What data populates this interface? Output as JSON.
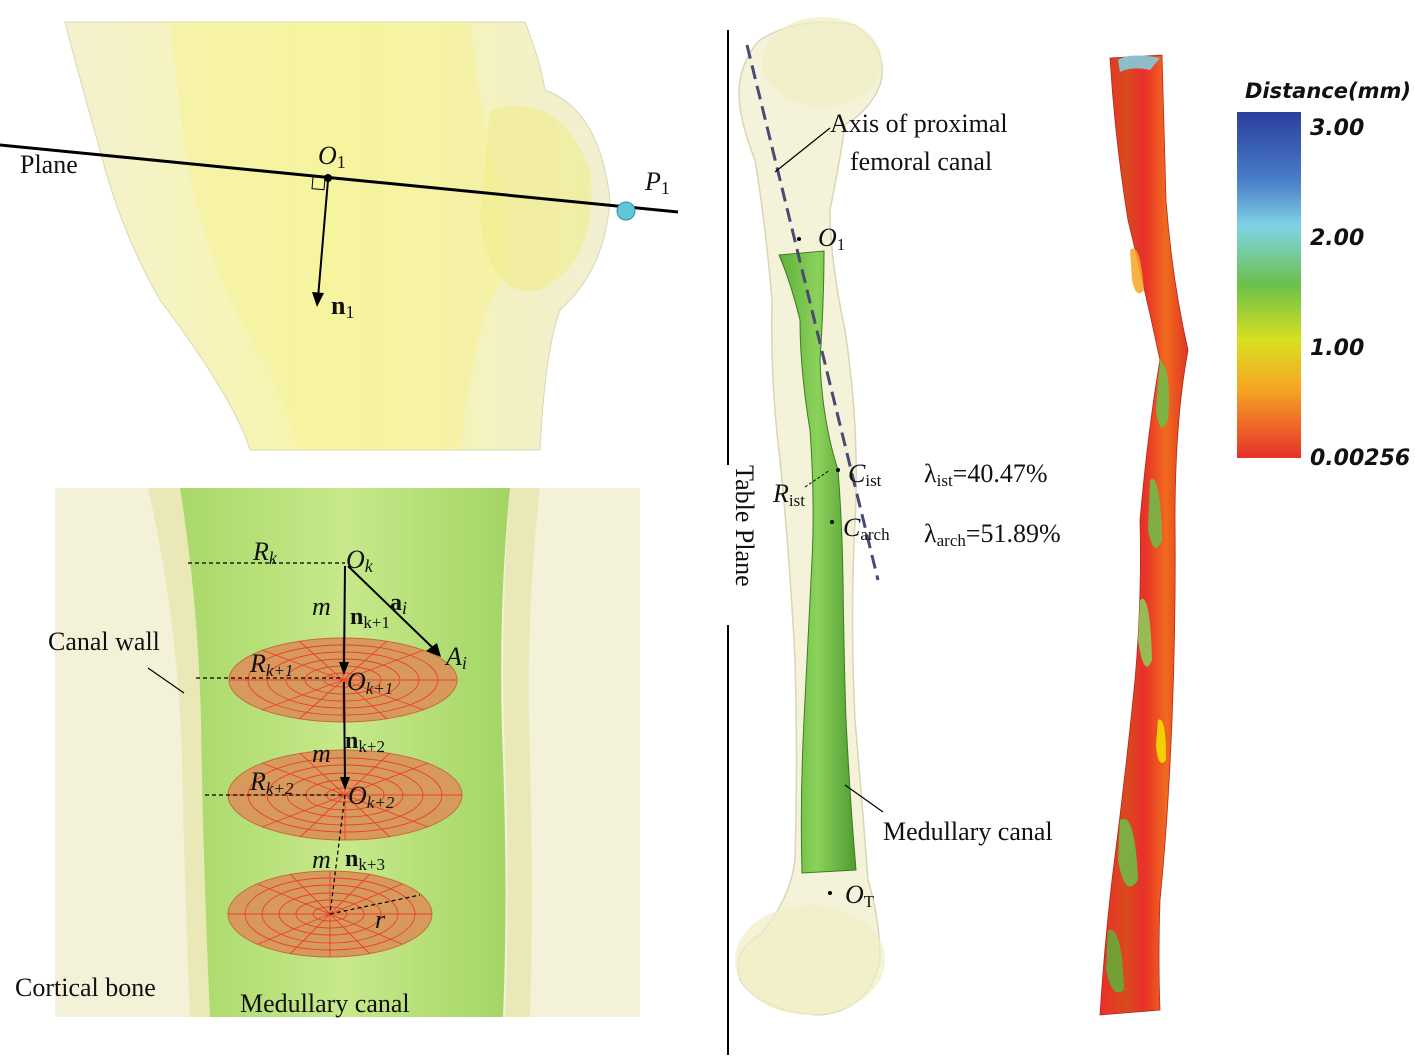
{
  "top_left_panel": {
    "plane_label": "Plane",
    "o1_label": "O",
    "o1_sub": "1",
    "p1_label": "P",
    "p1_sub": "1",
    "n1_label": "n",
    "n1_sub": "1"
  },
  "bottom_left_panel": {
    "rk_label": "R",
    "rk_sub": "k",
    "ok_label": "O",
    "ok_sub": "k",
    "ai_label": "a",
    "ai_sub": "i",
    "Ai_label": "A",
    "Ai_sub": "i",
    "m_label": "m",
    "nk1_label": "n",
    "nk1_sub": "k+1",
    "nk2_label": "n",
    "nk2_sub": "k+2",
    "nk3_label": "n",
    "nk3_sub": "k+3",
    "rk1_label": "R",
    "rk1_sub": "k+1",
    "rk2_label": "R",
    "rk2_sub": "k+2",
    "ok1_label": "O",
    "ok1_sub": "k+1",
    "ok2_label": "O",
    "ok2_sub": "k+2",
    "r_label": "r",
    "canal_wall_label": "Canal wall",
    "cortical_bone_label": "Cortical bone",
    "medullary_canal_label": "Medullary canal"
  },
  "middle_panel": {
    "table_plane_label": "Table Plane",
    "axis_label_line1": "Axis of proximal",
    "axis_label_line2": "femoral canal",
    "o1_label": "O",
    "o1_sub": "1",
    "cist_label": "C",
    "cist_sub": "ist",
    "rist_label": "R",
    "rist_sub": "ist",
    "carch_label": "C",
    "carch_sub": "arch",
    "lambda_ist_prefix": "λ",
    "lambda_ist_sub": "ist",
    "lambda_ist_value": "=40.47%",
    "lambda_arch_prefix": "λ",
    "lambda_arch_sub": "arch",
    "lambda_arch_value": "=51.89%",
    "medullary_canal_label": "Medullary canal",
    "ot_label": "O",
    "ot_sub": "T"
  },
  "legend": {
    "title": "Distance(mm)",
    "ticks": [
      "3.00",
      "2.00",
      "1.00",
      "0.00256"
    ],
    "colors": [
      "#2a3f9e",
      "#7fd4e6",
      "#6cc04a",
      "#f2e600",
      "#f5a623",
      "#e8302a"
    ]
  }
}
